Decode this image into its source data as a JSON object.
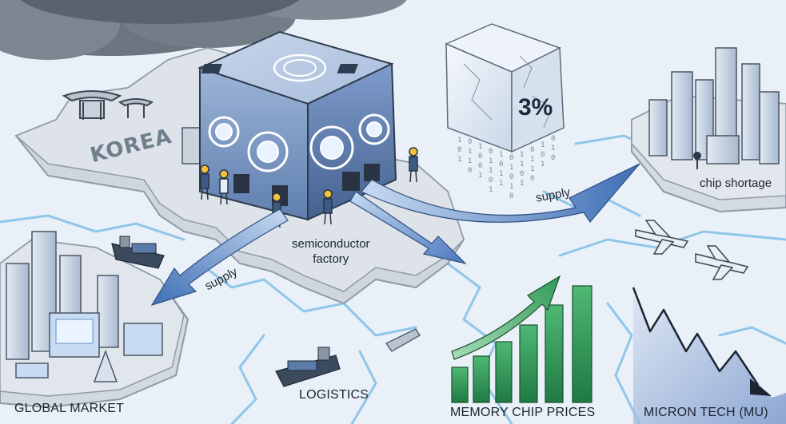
{
  "region_label": "KOREA",
  "factory_label": "semiconductor\nfactory",
  "supply_label_right": "supply",
  "supply_label_left": "supply",
  "cube_percent": "3%",
  "chip_shortage_label": "chip shortage",
  "global_market_label": "GLOBAL MARKET",
  "logistics_label": "LOGISTICS",
  "memory_chip_prices_label": "MEMORY CHIP PRICES",
  "micron_label": "MICRON TECH (MU)",
  "colors": {
    "background": "#e9f0f7",
    "land": "#d5dbe1",
    "crack_lines": "#8fc6ea",
    "arrow_blue": "#3f6fb6",
    "price_bars_green": "#2f9a58",
    "decline_line": "#1b2430",
    "decline_arrow": "#6f8fc7"
  },
  "icons": [
    "storm-cloud-icon",
    "pagoda-icon",
    "worker-icon",
    "cargo-ship-icon",
    "airplane-icon",
    "binary-data-icon"
  ]
}
